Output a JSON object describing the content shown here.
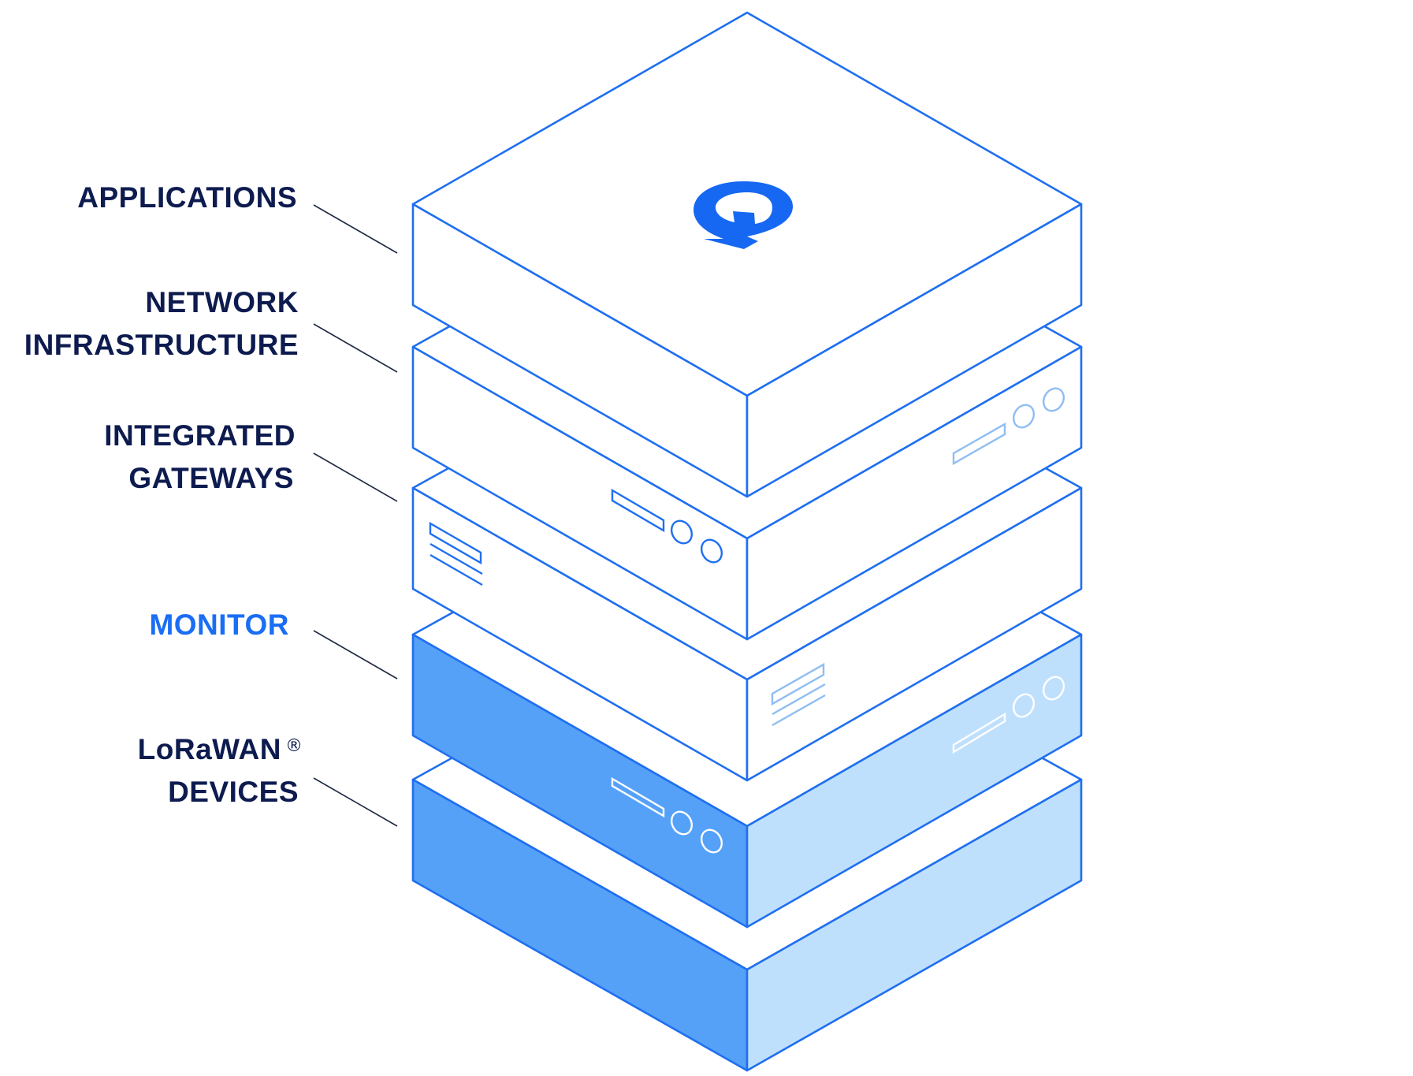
{
  "layers": [
    {
      "id": "applications",
      "lines": [
        "APPLICATIONS"
      ],
      "highlighted": false
    },
    {
      "id": "network-infrastructure",
      "lines": [
        "NETWORK",
        "INFRASTRUCTURE"
      ],
      "highlighted": false
    },
    {
      "id": "integrated-gateways",
      "lines": [
        "INTEGRATED",
        "GATEWAYS"
      ],
      "highlighted": false
    },
    {
      "id": "monitor",
      "lines": [
        "MONITOR"
      ],
      "highlighted": true
    },
    {
      "id": "lorawan-devices",
      "lines": [
        "LoRaWAN",
        "DEVICES"
      ],
      "registered_mark": "®",
      "highlighted": false
    }
  ],
  "colors": {
    "outline": "#1f6ff0",
    "label_text": "#0d1b4f",
    "highlight_text": "#1a6ef5",
    "highlight_left_face": "#55a1f8",
    "highlight_right_face": "#bfe0fc",
    "default_face": "#ffffff"
  },
  "icons": {
    "top_logo": "q-logo-icon"
  }
}
